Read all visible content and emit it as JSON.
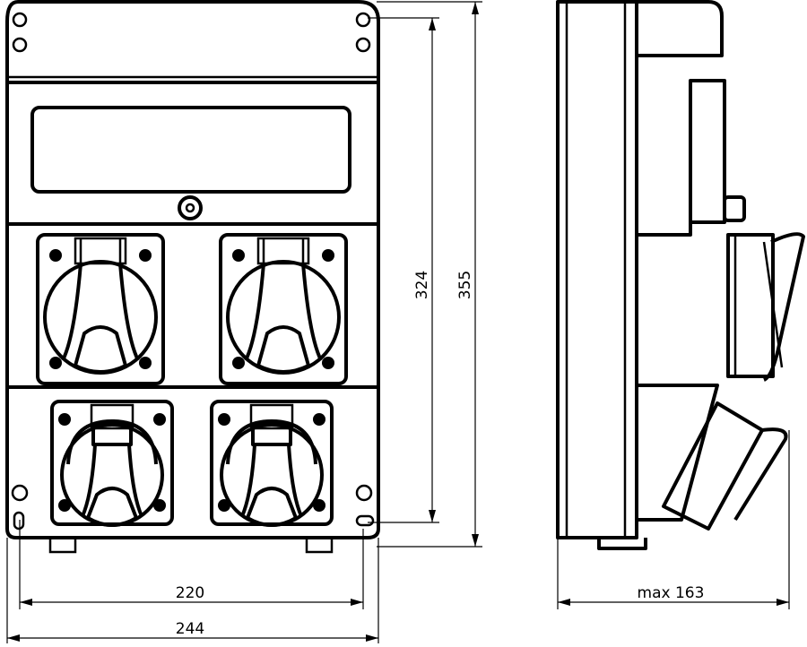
{
  "drawing": {
    "title": "Socket distribution box - front and side view",
    "dimensions": {
      "inner_height": "324",
      "total_height": "355",
      "inner_width": "220",
      "total_width": "244",
      "max_depth": "max 163"
    },
    "colors": {
      "line": "#000000",
      "background": "#ffffff"
    }
  }
}
